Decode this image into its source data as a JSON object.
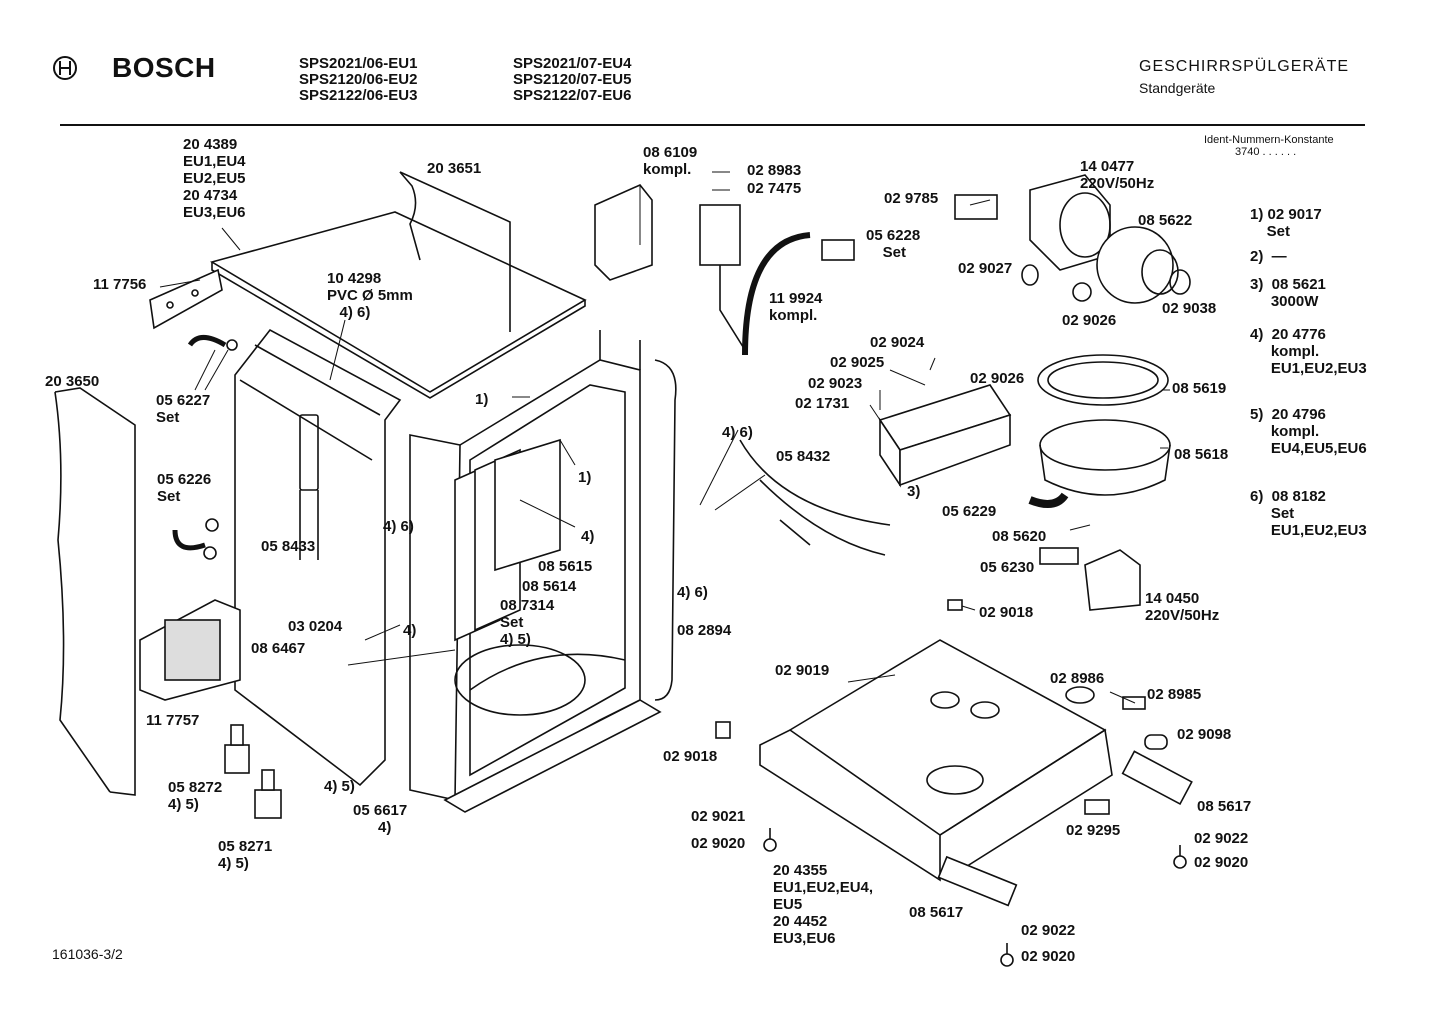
{
  "header": {
    "brand": "BOSCH",
    "models_col1": "SPS2021/06-EU1\nSPS2120/06-EU2\nSPS2122/06-EU3",
    "models_col2": "SPS2021/07-EU4\nSPS2120/07-EU5\nSPS2122/07-EU6",
    "title": "GESCHIRRSPÜLGERÄTE",
    "subtitle": "Standgeräte"
  },
  "ident": {
    "title": "Ident-Nummern-Konstante",
    "value": "3740  . .   . . . ."
  },
  "drawing_id": "161036-3/2",
  "parts": [
    {
      "id": "p204389",
      "text": "20 4389\nEU1,EU4\nEU2,EU5\n20 4734\nEU3,EU6"
    },
    {
      "id": "p203651",
      "text": "20 3651"
    },
    {
      "id": "p117756",
      "text": "11 7756"
    },
    {
      "id": "p104298",
      "text": "10 4298\nPVC Ø 5mm\n   4) 6)"
    },
    {
      "id": "p203650",
      "text": "20 3650"
    },
    {
      "id": "p056227",
      "text": "05 6227\nSet"
    },
    {
      "id": "p056226",
      "text": "05 6226\nSet"
    },
    {
      "id": "p058433",
      "text": "05 8433"
    },
    {
      "id": "p46a",
      "text": "4) 6)"
    },
    {
      "id": "p030204",
      "text": "03 0204"
    },
    {
      "id": "p086467",
      "text": "08 6467"
    },
    {
      "id": "p45a",
      "text": "4)"
    },
    {
      "id": "p117757",
      "text": "11 7757"
    },
    {
      "id": "p058272",
      "text": "05 8272\n4) 5)"
    },
    {
      "id": "p058271",
      "text": "05 8271\n4) 5)"
    },
    {
      "id": "p45b",
      "text": "4) 5)"
    },
    {
      "id": "p056617",
      "text": "05 6617\n      4)"
    },
    {
      "id": "p1a",
      "text": "1)"
    },
    {
      "id": "p1b",
      "text": "1)"
    },
    {
      "id": "p4a",
      "text": "4)"
    },
    {
      "id": "p085615",
      "text": "08 5615"
    },
    {
      "id": "p085614",
      "text": "08 5614"
    },
    {
      "id": "p087314",
      "text": "08 7314\nSet\n4) 5)"
    },
    {
      "id": "p082894",
      "text": "08 2894"
    },
    {
      "id": "p086109",
      "text": "08 6109\nkompl."
    },
    {
      "id": "p028983",
      "text": "02 8983"
    },
    {
      "id": "p027475",
      "text": "02 7475"
    },
    {
      "id": "p119924",
      "text": "11 9924\nkompl."
    },
    {
      "id": "p46b",
      "text": "4) 6)"
    },
    {
      "id": "p058432",
      "text": "05 8432"
    },
    {
      "id": "p46c",
      "text": "4) 6)"
    },
    {
      "id": "p056228",
      "text": "05 6228\n    Set"
    },
    {
      "id": "p029785",
      "text": "02 9785"
    },
    {
      "id": "p140477",
      "text": "14 0477\n220V/50Hz"
    },
    {
      "id": "p085622",
      "text": "08 5622"
    },
    {
      "id": "p029027",
      "text": "02 9027"
    },
    {
      "id": "p029026a",
      "text": "02 9026"
    },
    {
      "id": "p029038",
      "text": "02 9038"
    },
    {
      "id": "p029024",
      "text": "02 9024"
    },
    {
      "id": "p029025",
      "text": "02 9025"
    },
    {
      "id": "p029023",
      "text": "02 9023"
    },
    {
      "id": "p021731",
      "text": "02 1731"
    },
    {
      "id": "p029026b",
      "text": "02 9026"
    },
    {
      "id": "p3a",
      "text": "3)"
    },
    {
      "id": "p085619",
      "text": "08 5619"
    },
    {
      "id": "p085618",
      "text": "08 5618"
    },
    {
      "id": "p056229",
      "text": "05 6229"
    },
    {
      "id": "p085620",
      "text": "08 5620"
    },
    {
      "id": "p056230",
      "text": "05 6230"
    },
    {
      "id": "p140450",
      "text": "14 0450\n220V/50Hz"
    },
    {
      "id": "p029018a",
      "text": "02 9018"
    },
    {
      "id": "p029019",
      "text": "02 9019"
    },
    {
      "id": "p028986",
      "text": "02 8986"
    },
    {
      "id": "p028985",
      "text": "02 8985"
    },
    {
      "id": "p029098",
      "text": "02 9098"
    },
    {
      "id": "p029018b",
      "text": "02 9018"
    },
    {
      "id": "p085617a",
      "text": "08 5617"
    },
    {
      "id": "p029021",
      "text": "02 9021"
    },
    {
      "id": "p029020a",
      "text": "02 9020"
    },
    {
      "id": "p029295",
      "text": "02 9295"
    },
    {
      "id": "p029022a",
      "text": "02 9022"
    },
    {
      "id": "p029020b",
      "text": "02 9020"
    },
    {
      "id": "p204355",
      "text": "20 4355\nEU1,EU2,EU4,\nEU5\n20 4452\nEU3,EU6"
    },
    {
      "id": "p085617b",
      "text": "08 5617"
    },
    {
      "id": "p029022b",
      "text": "02 9022"
    },
    {
      "id": "p029020c",
      "text": "02 9020"
    }
  ],
  "notes": [
    {
      "id": "n1",
      "text": "1) 02 9017\n    Set"
    },
    {
      "id": "n2",
      "text": "2)  —"
    },
    {
      "id": "n3",
      "text": "3)  08 5621\n     3000W"
    },
    {
      "id": "n4",
      "text": "4)  20 4776\n     kompl.\n     EU1,EU2,EU3"
    },
    {
      "id": "n5",
      "text": "5)  20 4796\n     kompl.\n     EU4,EU5,EU6"
    },
    {
      "id": "n6",
      "text": "6)  08 8182\n     Set\n     EU1,EU2,EU3"
    }
  ]
}
